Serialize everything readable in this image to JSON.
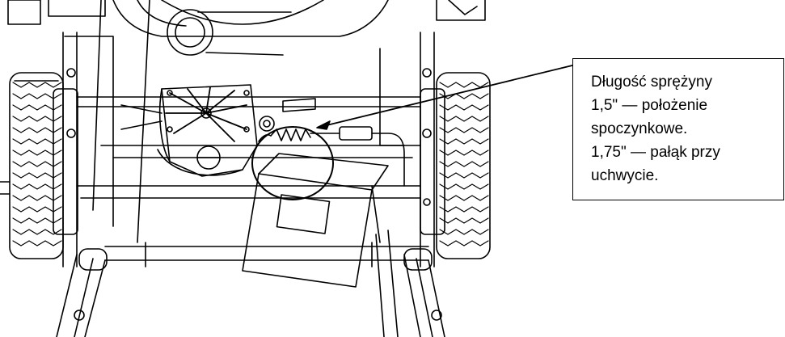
{
  "callout": {
    "lines": [
      "Długość sprężyny",
      "1,5\" — położenie",
      "spoczynkowe.",
      "1,75\" — pałąk przy",
      "uchwycie."
    ]
  },
  "figure": {
    "subject": "snow-thrower-rear-view",
    "highlight": "spring-detail-circle",
    "line_color": "#000000",
    "background": "#ffffff"
  }
}
